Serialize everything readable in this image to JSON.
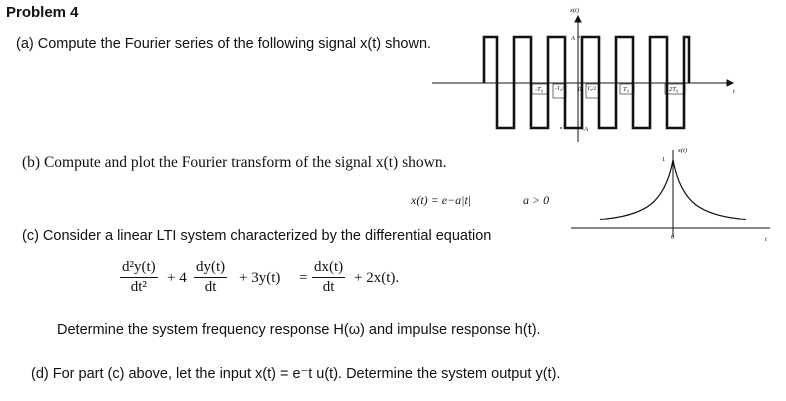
{
  "problem": {
    "title": "Problem 4",
    "part_a": "(a) Compute the Fourier series of the following signal x(t) shown.",
    "part_b": "(b) Compute and plot the Fourier transform of the signal x(t) shown.",
    "part_b_equation": "x(t) = e−a|t|",
    "part_b_condition": "a > 0",
    "part_c": "(c) Consider a linear LTI system characterized by the differential equation",
    "ode": {
      "lhs1_num": "d²y(t)",
      "lhs1_den": "dt²",
      "coef1": "+ 4",
      "lhs2_num": "dy(t)",
      "lhs2_den": "dt",
      "term3": "+ 3y(t)",
      "equals": "=",
      "rhs1_num": "dx(t)",
      "rhs1_den": "dt",
      "rhs2": "+ 2x(t)."
    },
    "part_c_question": "Determine the system frequency response H(ω) and impulse response h(t).",
    "part_d": "(d) For part (c) above, let the input x(t) = e⁻t u(t). Determine the system output y(t)."
  },
  "square_wave_graph": {
    "y_label": "x(t)",
    "amplitude_pos": "A",
    "amplitude_neg": "-A",
    "t_axis_label": "t",
    "tick_labels": [
      "-T₀",
      "-T₀/2",
      "0",
      "T₀/2",
      "T₀",
      "2T₀"
    ]
  },
  "exp_graph": {
    "y_label": "x(t)",
    "peak_label": "1",
    "origin_label": "0",
    "t_axis_label": "t"
  }
}
